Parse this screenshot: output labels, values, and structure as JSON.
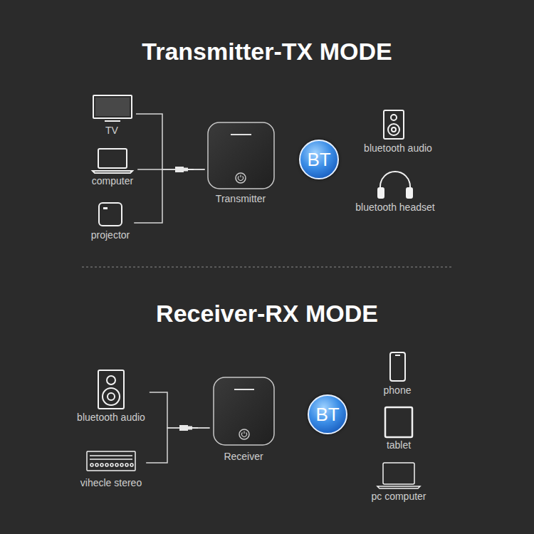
{
  "diagram": {
    "title": "Transmitter-TX MODE",
    "nodes": [
      {
        "text": [
          "TV"
        ]
      },
      {
        "text": [
          "computer"
        ]
      },
      {
        "text": [
          "projector"
        ]
      },
      {
        "text": [
          "Transmitter"
        ]
      },
      {
        "text": [
          "BT"
        ]
      },
      {
        "text": [
          "bluetooth audio"
        ]
      },
      {
        "text": [
          "bluetooth headset"
        ]
      },
      {
        "text": [
          "bluetooth audio"
        ]
      },
      {
        "text": [
          "vihecle stereo"
        ]
      },
      {
        "text": [
          "Receiver"
        ]
      },
      {
        "text": [
          "BT"
        ]
      },
      {
        "text": [
          "phone"
        ]
      },
      {
        "text": [
          "tablet"
        ]
      },
      {
        "text": [
          "pc computer"
        ]
      }
    ],
    "edges": [
      {
        "from": 0,
        "to": 3,
        "arrow": "none"
      },
      {
        "from": 1,
        "to": 3,
        "arrow": "none"
      },
      {
        "from": 2,
        "to": 3,
        "arrow": "none"
      },
      {
        "from": 7,
        "to": 9,
        "arrow": "none"
      },
      {
        "from": 8,
        "to": 9,
        "arrow": "none"
      }
    ],
    "labels": [
      "Receiver-RX MODE"
    ]
  }
}
